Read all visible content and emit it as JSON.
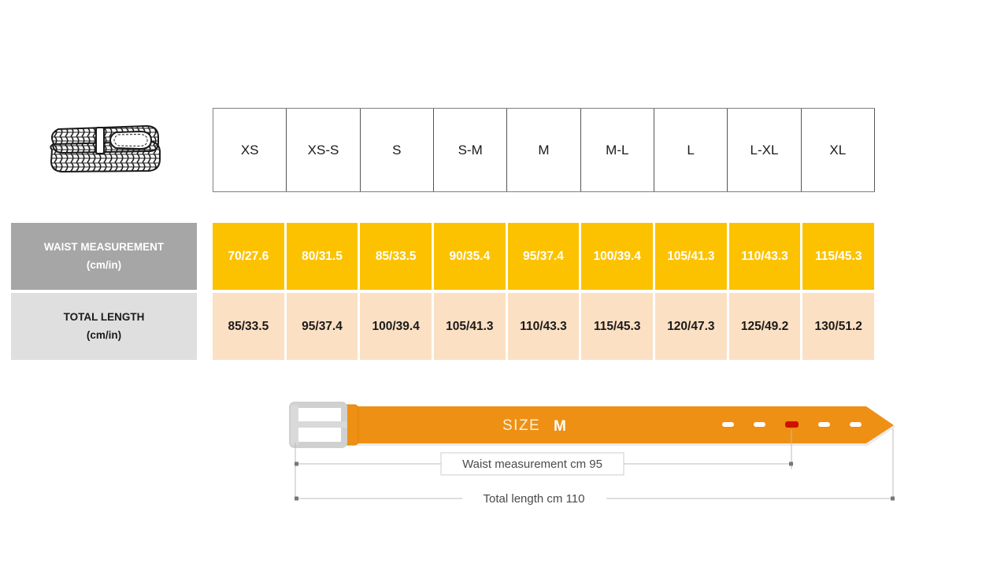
{
  "product_icon": {
    "name": "braided-belt-illustration"
  },
  "table": {
    "size_headers": [
      "XS",
      "XS-S",
      "S",
      "S-M",
      "M",
      "M-L",
      "L",
      "L-XL",
      "XL"
    ],
    "rows": [
      {
        "label": "WAIST MEASUREMENT",
        "unit": "(cm/in)",
        "values": [
          "70/27.6",
          "80/31.5",
          "85/33.5",
          "90/35.4",
          "95/37.4",
          "100/39.4",
          "105/41.3",
          "110/43.3",
          "115/45.3"
        ],
        "background": "#fcc200",
        "label_background": "#a6a6a6",
        "text_color": "#ffffff"
      },
      {
        "label": "TOTAL LENGTH",
        "unit": "(cm/in)",
        "values": [
          "85/33.5",
          "95/37.4",
          "100/39.4",
          "105/41.3",
          "110/43.3",
          "115/45.3",
          "120/47.3",
          "125/49.2",
          "130/51.2"
        ],
        "background": "#fce0c4",
        "label_background": "#dfdfdf",
        "text_color": "#1a1a1a"
      }
    ]
  },
  "diagram": {
    "size_caption_prefix": "SIZE",
    "size_caption_value": "M",
    "waist_dimension_label": "Waist measurement cm 95",
    "total_dimension_label": "Total length cm 110",
    "belt_color": "#ee9013",
    "buckle_color": "#d9d9d9",
    "active_hole_color": "#cc1100",
    "hole_color": "#ffffff",
    "holes_count": 5,
    "active_hole_index": 3
  }
}
